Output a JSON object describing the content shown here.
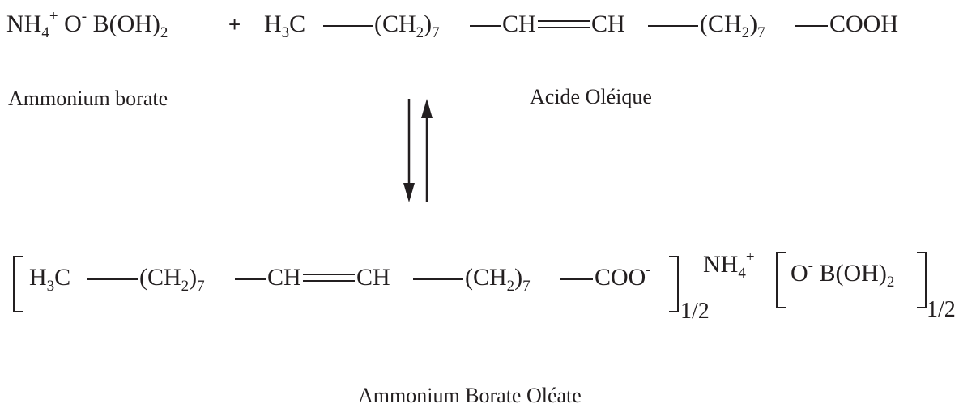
{
  "reaction": {
    "reactant1": {
      "a": "NH",
      "a_sub": "4",
      "a_sup": "+",
      "b": "O",
      "b_sup": "-",
      "c": "B(OH)",
      "c_sub": "2"
    },
    "plus": "+",
    "reactant2": {
      "g1": "H",
      "g1_sub": "3",
      "g1_end": "C",
      "g2": "(CH",
      "g2_sub": "2",
      "g2_end": ")",
      "g2_idx": "7",
      "g3": "CH",
      "g4": "CH",
      "g5": "(CH",
      "g5_sub": "2",
      "g5_end": ")",
      "g5_idx": "7",
      "g6": "COOH"
    },
    "labels": {
      "reactant1": "Ammonium borate",
      "reactant2": "Acide Oléique",
      "product": "Ammonium Borate Oléate"
    },
    "product": {
      "g1": "H",
      "g1_sub": "3",
      "g1_end": "C",
      "g2": "(CH",
      "g2_sub": "2",
      "g2_end": ")",
      "g2_idx": "7",
      "g3": "CH",
      "g4": "CH",
      "g5": "(CH",
      "g5_sub": "2",
      "g5_end": ")",
      "g5_idx": "7",
      "g6": "COO",
      "g6_sup": "-",
      "frac1": "1/2",
      "ion": "NH",
      "ion_sub": "4",
      "ion_sup": "+",
      "b": "O",
      "b_sup": "-",
      "c": "B(OH)",
      "c_sub": "2",
      "frac2": "1/2"
    }
  }
}
